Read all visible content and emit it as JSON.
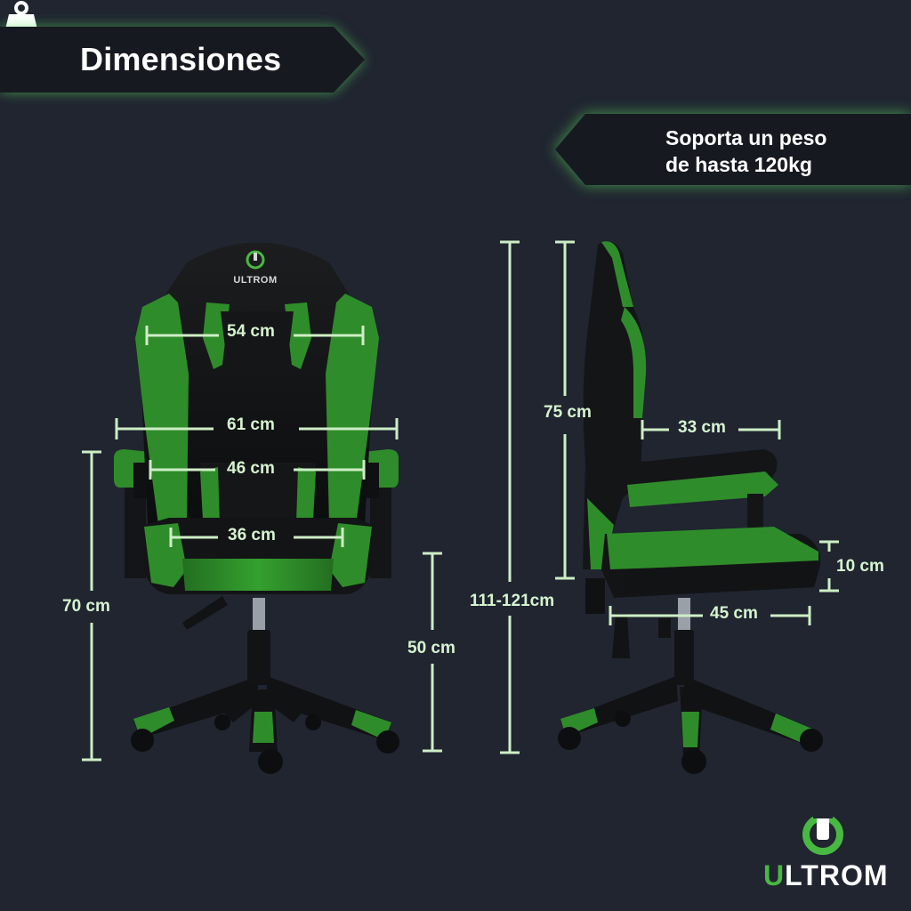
{
  "title": "Dimensiones",
  "weight": {
    "icon": "weight-kg-icon",
    "icon_text": "KG",
    "line1": "Soporta un peso",
    "line2": "de hasta 120kg"
  },
  "front_view": {
    "backrest_top_width": "54 cm",
    "armrest_span": "61 cm",
    "backrest_lower_width": "46 cm",
    "seat_width": "36 cm",
    "armrest_height": "70 cm",
    "seat_height": "50 cm",
    "chair_logo": "ULTROM"
  },
  "side_view": {
    "total_height": "111-121cm",
    "backrest_height": "75 cm",
    "armrest_depth": "33 cm",
    "cushion_thickness": "10 cm",
    "seat_depth": "45 cm"
  },
  "brand": {
    "name_initial": "U",
    "name_rest": "LTROM"
  },
  "colors": {
    "background": "#202530",
    "accent_green": "#2f8c2a",
    "dimension_line": "#cdeec5",
    "banner_bg": "#161a20",
    "banner_glow": "#5fe65f"
  }
}
